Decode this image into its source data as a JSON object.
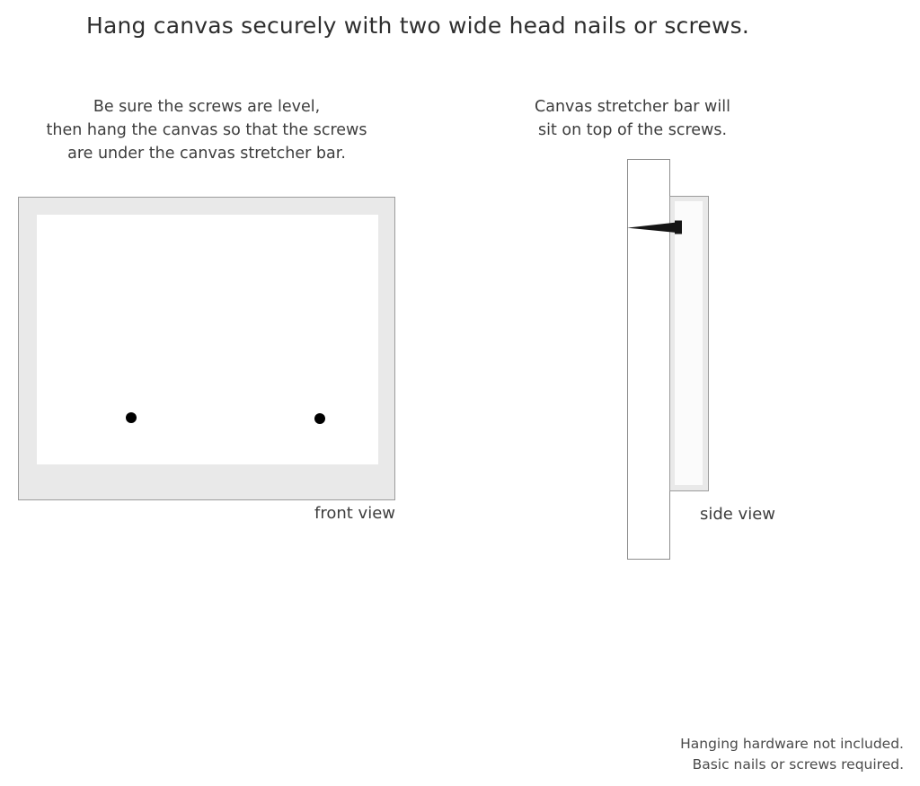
{
  "title": "Hang canvas securely with two wide head nails or screws.",
  "captions": {
    "left": {
      "line1": "Be sure the screws are level,",
      "line2": "then hang the canvas so that the screws",
      "line3": "are under the canvas stretcher bar."
    },
    "right": {
      "line1": "Canvas stretcher bar will",
      "line2": "sit on top of the screws."
    }
  },
  "diagrams": {
    "front": {
      "label": "front view",
      "frame_color": "#e9e9e9",
      "frame_border_color": "#9c9c9c",
      "inner_color": "#ffffff",
      "screw_color": "#000000",
      "screw_count": 2
    },
    "side": {
      "label": "side view",
      "wall_color": "#ffffff",
      "wall_border_color": "#8e8e8e",
      "canvas_color": "#e9e9e9",
      "canvas_border_color": "#9c9c9c",
      "screw_color": "#151515"
    }
  },
  "footer": {
    "line1": "Hanging hardware not included.",
    "line2": "Basic nails or screws required."
  }
}
